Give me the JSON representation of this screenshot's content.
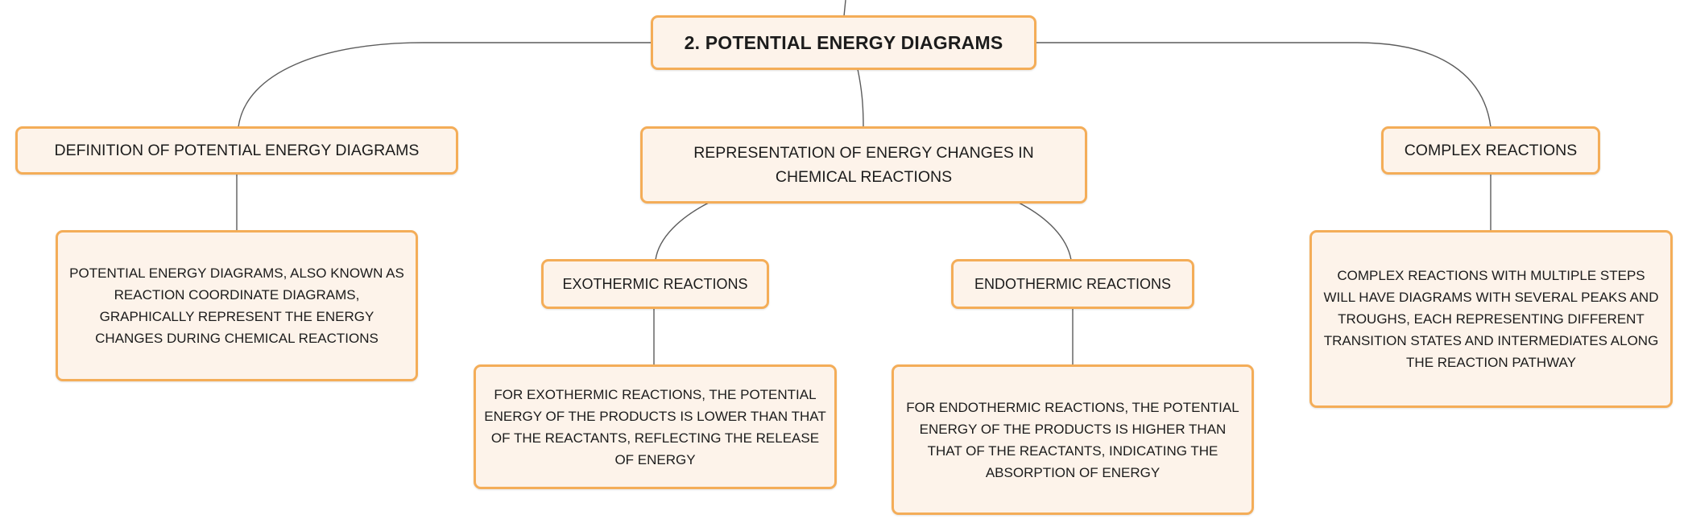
{
  "root": {
    "title": "2. POTENTIAL ENERGY DIAGRAMS"
  },
  "definition": {
    "title": "DEFINITION OF POTENTIAL ENERGY DIAGRAMS",
    "detail": "POTENTIAL ENERGY DIAGRAMS, ALSO KNOWN AS REACTION COORDINATE DIAGRAMS, GRAPHICALLY REPRESENT THE ENERGY CHANGES DURING CHEMICAL REACTIONS"
  },
  "representation": {
    "title": "REPRESENTATION OF ENERGY CHANGES IN CHEMICAL REACTIONS",
    "exothermic": {
      "title": "EXOTHERMIC REACTIONS",
      "detail": "FOR EXOTHERMIC REACTIONS, THE POTENTIAL ENERGY OF THE PRODUCTS IS LOWER THAN THAT OF THE REACTANTS, REFLECTING THE RELEASE OF ENERGY"
    },
    "endothermic": {
      "title": "ENDOTHERMIC REACTIONS",
      "detail": "FOR ENDOTHERMIC REACTIONS, THE POTENTIAL ENERGY OF THE PRODUCTS IS HIGHER THAN THAT OF THE REACTANTS, INDICATING THE ABSORPTION OF ENERGY"
    }
  },
  "complex": {
    "title": "COMPLEX REACTIONS",
    "detail": "COMPLEX REACTIONS WITH MULTIPLE STEPS WILL HAVE DIAGRAMS WITH SEVERAL PEAKS AND TROUGHS, EACH REPRESENTING DIFFERENT TRANSITION STATES AND INTERMEDIATES ALONG THE REACTION PATHWAY"
  },
  "colors": {
    "node_border": "#f4ad58",
    "node_fill": "#fdf3ea",
    "connector": "#5c5c5c"
  }
}
